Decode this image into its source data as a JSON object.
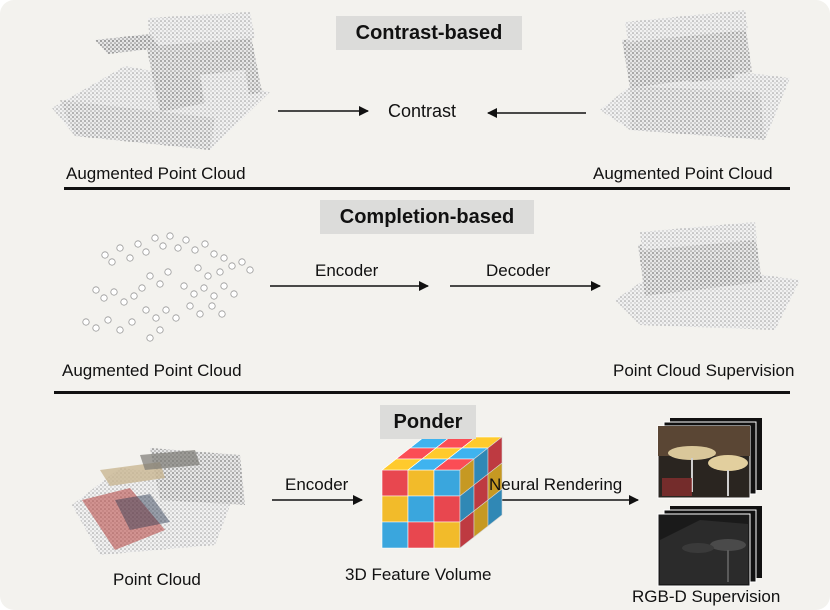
{
  "contrast": {
    "title": "Contrast-based",
    "center_label": "Contrast",
    "left_caption": "Augmented Point Cloud",
    "right_caption": "Augmented Point Cloud"
  },
  "completion": {
    "title": "Completion-based",
    "encoder_label": "Encoder",
    "decoder_label": "Decoder",
    "left_caption": "Augmented Point Cloud",
    "right_caption": "Point Cloud Supervision"
  },
  "ponder": {
    "title": "Ponder",
    "encoder_label": "Encoder",
    "rendering_label": "Neural Rendering",
    "left_caption": "Point Cloud",
    "volume_caption": "3D Feature Volume",
    "right_caption": "RGB-D Supervision"
  },
  "colors": {
    "cube_red": "#e8474f",
    "cube_yellow": "#f2bb2a",
    "cube_blue": "#3aa6dd",
    "background": "#f3f2ee"
  }
}
